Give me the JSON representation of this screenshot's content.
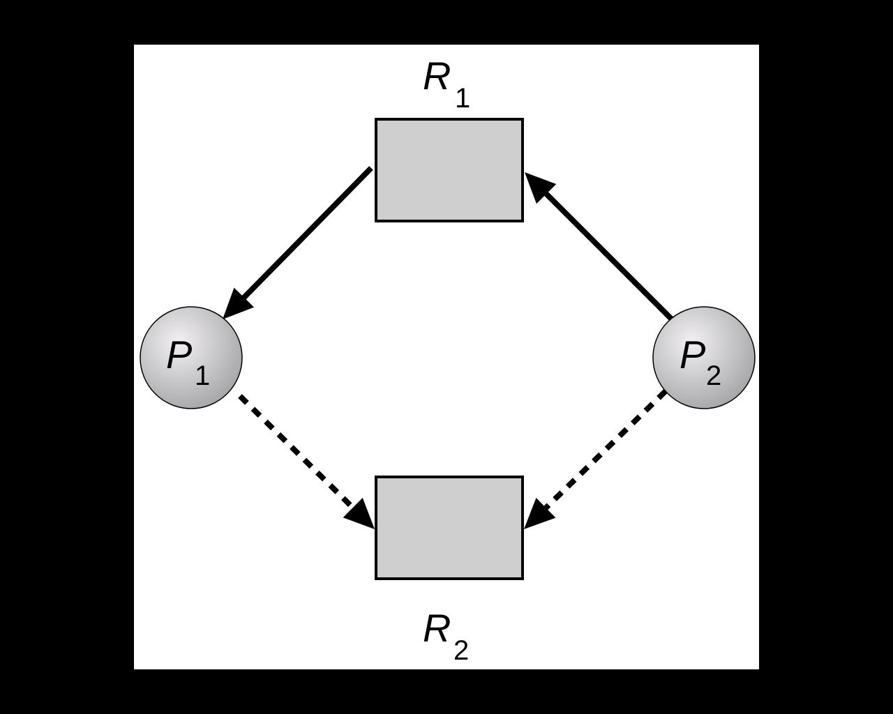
{
  "diagram": {
    "type": "resource-allocation-graph",
    "colors": {
      "background": "#000000",
      "canvas": "#ffffff",
      "resource_fill": "#cfcfcf",
      "process_fill_light": "#f2f0f2",
      "process_fill_dark": "#a5a5a7",
      "stroke": "#000000"
    },
    "resources": [
      {
        "id": "R1",
        "letter": "R",
        "subscript": "1"
      },
      {
        "id": "R2",
        "letter": "R",
        "subscript": "2"
      }
    ],
    "processes": [
      {
        "id": "P1",
        "letter": "P",
        "subscript": "1"
      },
      {
        "id": "P2",
        "letter": "P",
        "subscript": "2"
      }
    ],
    "edges": [
      {
        "from": "R1",
        "to": "P1",
        "kind": "assignment",
        "style": "solid"
      },
      {
        "from": "P2",
        "to": "R1",
        "kind": "request",
        "style": "solid"
      },
      {
        "from": "P1",
        "to": "R2",
        "kind": "claim",
        "style": "dashed"
      },
      {
        "from": "P2",
        "to": "R2",
        "kind": "claim",
        "style": "dashed"
      }
    ]
  }
}
